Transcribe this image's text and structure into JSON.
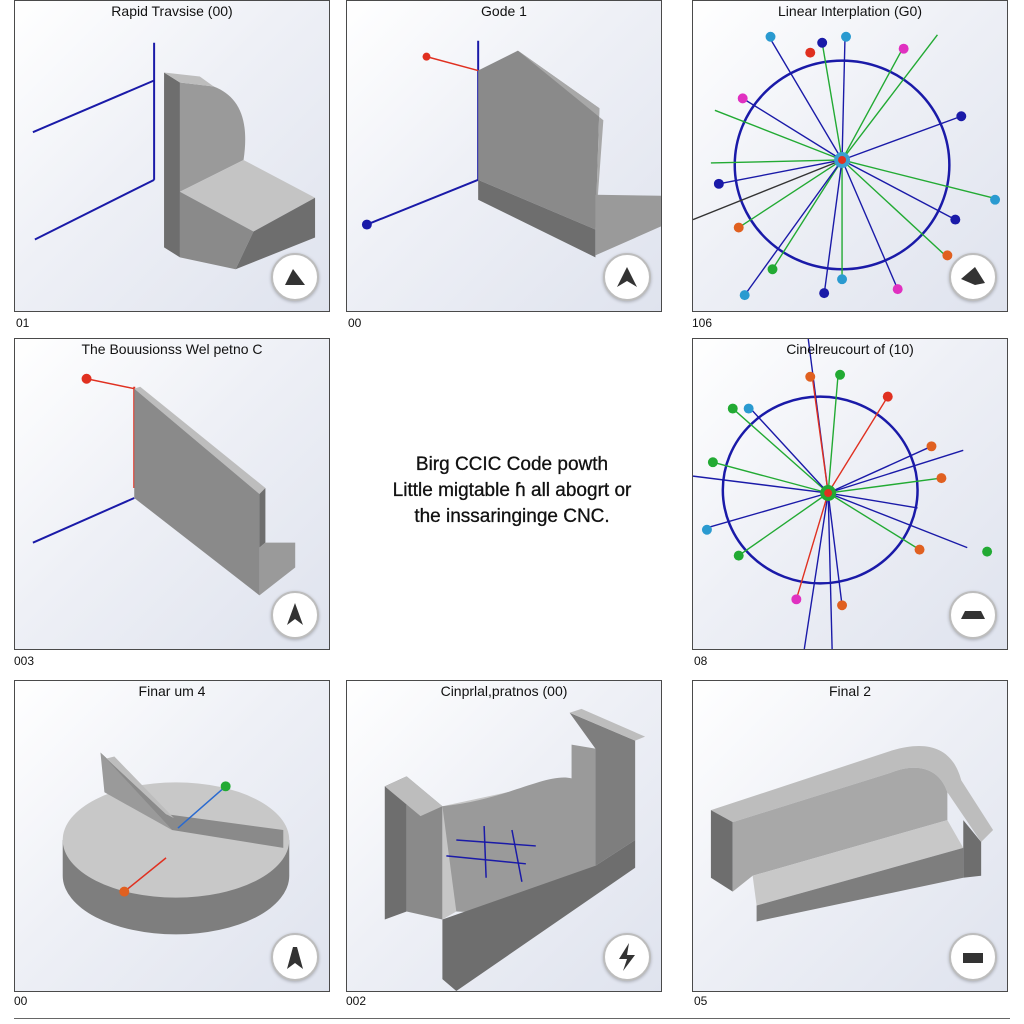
{
  "panels": [
    {
      "title": "Rapid Travsise (00)",
      "number": "01",
      "icon": "tool-icon"
    },
    {
      "title": "Gode 1",
      "number": "00",
      "icon": "tool-icon"
    },
    {
      "title": "Linear Interplation (G0)",
      "number": "106",
      "icon": "tool-icon"
    },
    {
      "title": "The Bouusionss Wel petno C",
      "number": "003",
      "icon": "tool-icon"
    },
    {
      "title": "Cinelreucourt of (10)",
      "number": "08",
      "icon": "tool-icon"
    },
    {
      "title": "Finar um 4",
      "number": "00",
      "icon": "tool-icon"
    },
    {
      "title": "Cinprlal,pratnos (00)",
      "number": "002",
      "icon": "lightning-icon"
    },
    {
      "title": "Final 2",
      "number": "05",
      "icon": "tool-icon"
    }
  ],
  "center_text": {
    "line1": "Birg CCIC Code powth",
    "line2": "Little migtable ɦ all abogrt or",
    "line3": "the inssaringinge CNC."
  },
  "colors": {
    "solid_top": "#bdbdbd",
    "solid_front": "#8a8a8a",
    "solid_side": "#6e6e6e",
    "path_blue": "#1a1aa8",
    "path_red": "#e03020",
    "path_green": "#22aa33"
  }
}
